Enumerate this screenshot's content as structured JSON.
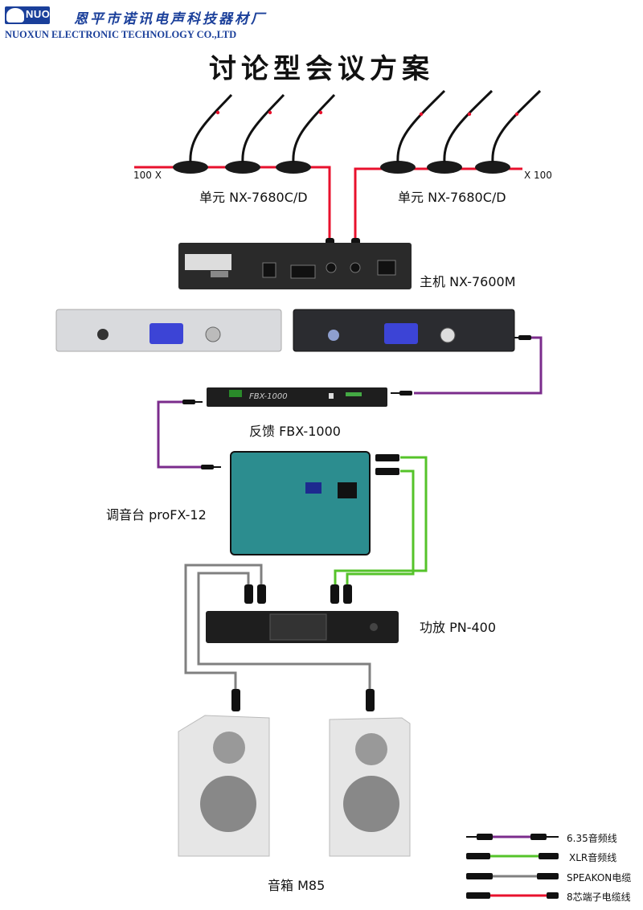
{
  "header": {
    "logo_text": "NUOXUN",
    "company_cn": "恩平市诺讯电声科技器材厂",
    "company_en": "NUOXUN ELECTRONIC TECHNOLOGY CO.,LTD"
  },
  "title": "讨论型会议方案",
  "units": {
    "left_count": "100 X",
    "right_count": "X 100",
    "left_label": "单元 NX-7680C/D",
    "right_label": "单元 NX-7680C/D"
  },
  "devices": {
    "host": "主机 NX-7600M",
    "feedback": "反馈 FBX-1000",
    "feedback_panel": "FBX-1000",
    "mixer": "调音台 proFX-12",
    "amplifier": "功放 PN-400",
    "speakers": "音箱 M85"
  },
  "legend": [
    {
      "label": "6.35音频线",
      "color": "#7b2c8c",
      "type": "6.35"
    },
    {
      "label": "XLR音频线",
      "color": "#55c32a",
      "type": "xlr"
    },
    {
      "label": "SPEAKON电缆",
      "color": "#808080",
      "type": "speakon"
    },
    {
      "label": "8芯端子电缆线",
      "color": "#e8112d",
      "type": "8pin"
    }
  ],
  "colors": {
    "brand": "#1a3f9a",
    "cable_635": "#7b2c8c",
    "cable_xlr": "#55c32a",
    "cable_speakon": "#808080",
    "cable_8pin": "#e8112d"
  }
}
